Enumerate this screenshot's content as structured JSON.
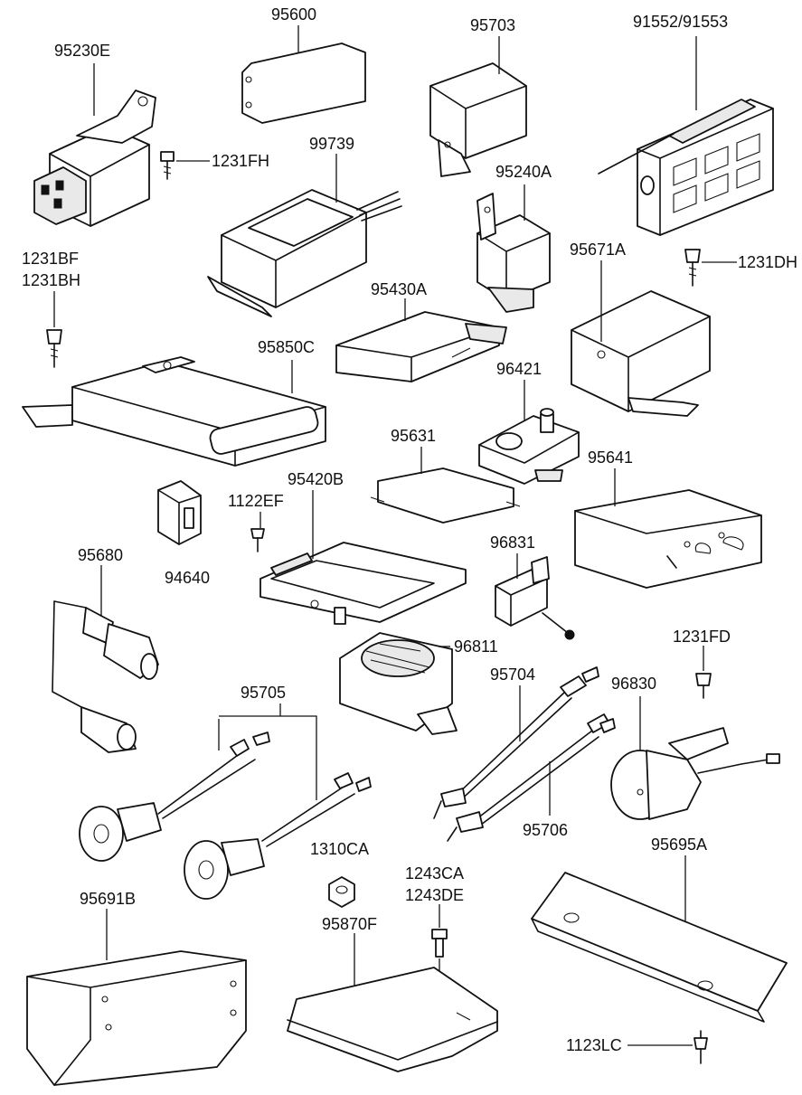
{
  "labels": {
    "p95230e": "95230E",
    "p95600": "95600",
    "p95703": "95703",
    "p91552": "91552/91553",
    "p1231fh": "1231FH",
    "p99739": "99739",
    "p95240a": "95240A",
    "p1231bf": "1231BF",
    "p1231bh": "1231BH",
    "p1231dh": "1231DH",
    "p95671a": "95671A",
    "p95430a": "95430A",
    "p95850c": "95850C",
    "p96421": "96421",
    "p95631": "95631",
    "p95641": "95641",
    "p95420b": "95420B",
    "p1122ef": "1122EF",
    "p94640": "94640",
    "p95680": "95680",
    "p96831": "96831",
    "p96811": "96811",
    "p1231fd": "1231FD",
    "p95705": "95705",
    "p95704": "95704",
    "p96830": "96830",
    "p95706": "95706",
    "p1310ca": "1310CA",
    "p95695a": "95695A",
    "p1243ca": "1243CA",
    "p1243de": "1243DE",
    "p95691b": "95691B",
    "p95870f": "95870F",
    "p1123lc": "1123LC"
  },
  "colors": {
    "ink": "#111111",
    "paper": "#ffffff"
  }
}
